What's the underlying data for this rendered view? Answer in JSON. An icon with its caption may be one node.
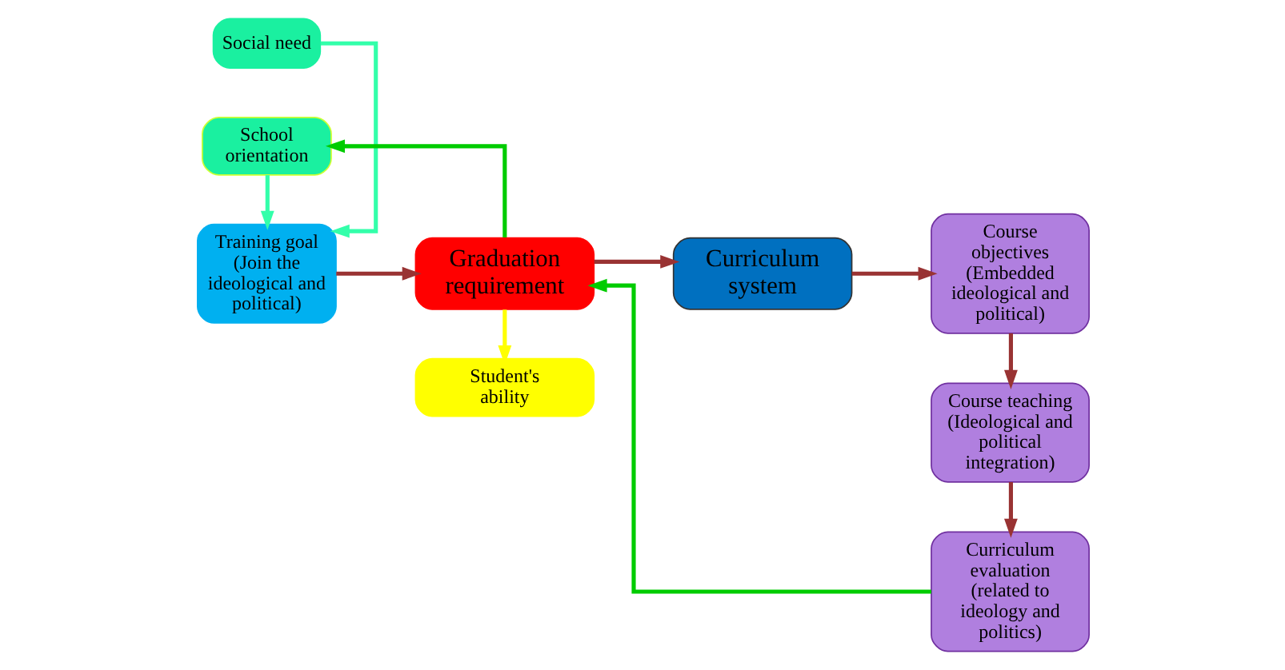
{
  "diagram": {
    "nodes": [
      {
        "text": [
          "Social need"
        ]
      },
      {
        "text": [
          "Training goal (Join the ideological and political)"
        ]
      },
      {
        "text": [
          "School orientation"
        ]
      },
      {
        "text": [
          "Graduation requirement"
        ]
      },
      {
        "text": [
          "Student's ability"
        ]
      },
      {
        "text": [
          "Curriculum system"
        ]
      },
      {
        "text": [
          "Course objectives (Embedded ideological and political)"
        ]
      },
      {
        "text": [
          "Course teaching (Ideological and political integration)"
        ]
      },
      {
        "text": [
          "Curriculum evaluation (related to ideology and politics)"
        ]
      }
    ],
    "edges": [
      {
        "from": 0,
        "to": 1,
        "arrow": "to",
        "color": "#33ffaa"
      },
      {
        "from": 2,
        "to": 1,
        "arrow": "to",
        "color": "#33ffaa"
      },
      {
        "from": 1,
        "to": 3,
        "arrow": "to"
      },
      {
        "from": 3,
        "to": 4,
        "arrow": "to",
        "color": "#ffff00"
      },
      {
        "from": 3,
        "to": 2,
        "arrow": "to",
        "color": "#00cc00"
      },
      {
        "from": 3,
        "to": 5,
        "arrow": "to"
      },
      {
        "from": 5,
        "to": 6,
        "arrow": "to"
      },
      {
        "from": 6,
        "to": 7,
        "arrow": "to"
      },
      {
        "from": 7,
        "to": 8,
        "arrow": "to"
      },
      {
        "from": 8,
        "to": 3,
        "arrow": "to",
        "color": "#00cc00"
      }
    ]
  }
}
